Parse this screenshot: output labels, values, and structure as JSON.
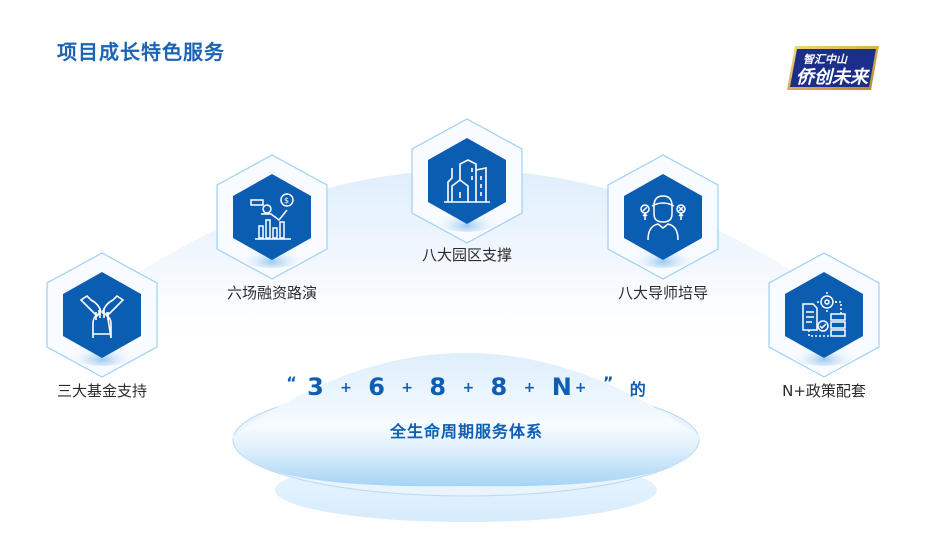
{
  "header": {
    "title": "项目成长特色服务",
    "logo": {
      "line1": "智汇中山",
      "line2": "侨创未来",
      "icon": "brand-logo"
    }
  },
  "colors": {
    "title": "#1a63b5",
    "hex_fill": "#0b5db2",
    "hex_outline": "#8fc6f0",
    "arc_light": "#e8f3fd",
    "dome_top": "#eef6fd",
    "dome_bottom": "#a9d6f7",
    "center_text": "#0e5fb4",
    "label_text": "#2b2b2b"
  },
  "nodes": [
    {
      "label": "三大基金支持",
      "icon": "hands-together-icon"
    },
    {
      "label": "六场融资路演",
      "icon": "financing-chart-icon"
    },
    {
      "label": "八大园区支撑",
      "icon": "buildings-icon"
    },
    {
      "label": "八大导师培导",
      "icon": "mentor-icon"
    },
    {
      "label": "N+政策配套",
      "icon": "policy-gear-icon"
    }
  ],
  "center": {
    "open_quote": "“",
    "items": [
      "3",
      "6",
      "8",
      "8",
      "N"
    ],
    "plus": "+",
    "close_quote": "”",
    "suffix": "的",
    "subtitle": "全生命周期服务体系"
  }
}
